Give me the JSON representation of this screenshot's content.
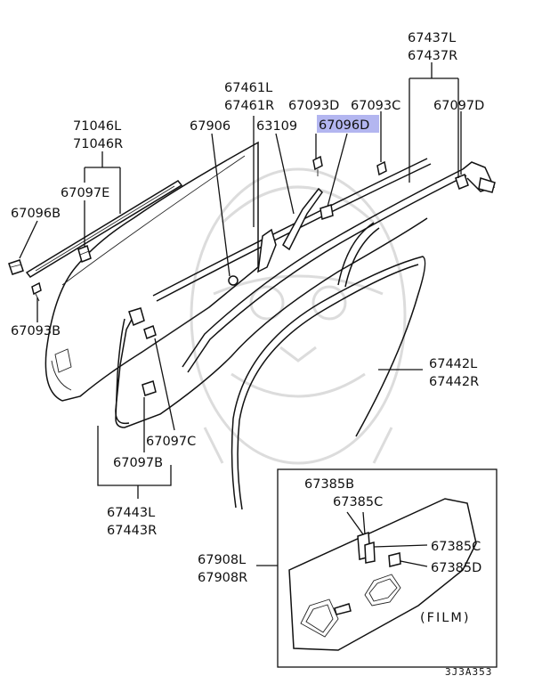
{
  "labels": {
    "l67437L": "67437L",
    "l67437R": "67437R",
    "l67461L": "67461L",
    "l67461R": "67461R",
    "l67093D": "67093D",
    "l67093C": "67093C",
    "l67097D": "67097D",
    "l71046L": "71046L",
    "l71046R": "71046R",
    "l67906": "67906",
    "l63109": "63109",
    "l67096D": "67096D",
    "l67097E": "67097E",
    "l67096B": "67096B",
    "l67093B": "67093B",
    "l67442L": "67442L",
    "l67442R": "67442R",
    "l67097C": "67097C",
    "l67097B": "67097B",
    "l67443L": "67443L",
    "l67443R": "67443R",
    "l67385B": "67385B",
    "l67385C_a": "67385C",
    "l67385C_b": "67385C",
    "l67385D": "67385D",
    "l67908L": "67908L",
    "l67908R": "67908R",
    "film": "(FILM)",
    "drawing_code": "3J3A353"
  },
  "colors": {
    "highlight": "#b3b6f0",
    "line": "#111111",
    "watermark": "#d9d9d9"
  }
}
